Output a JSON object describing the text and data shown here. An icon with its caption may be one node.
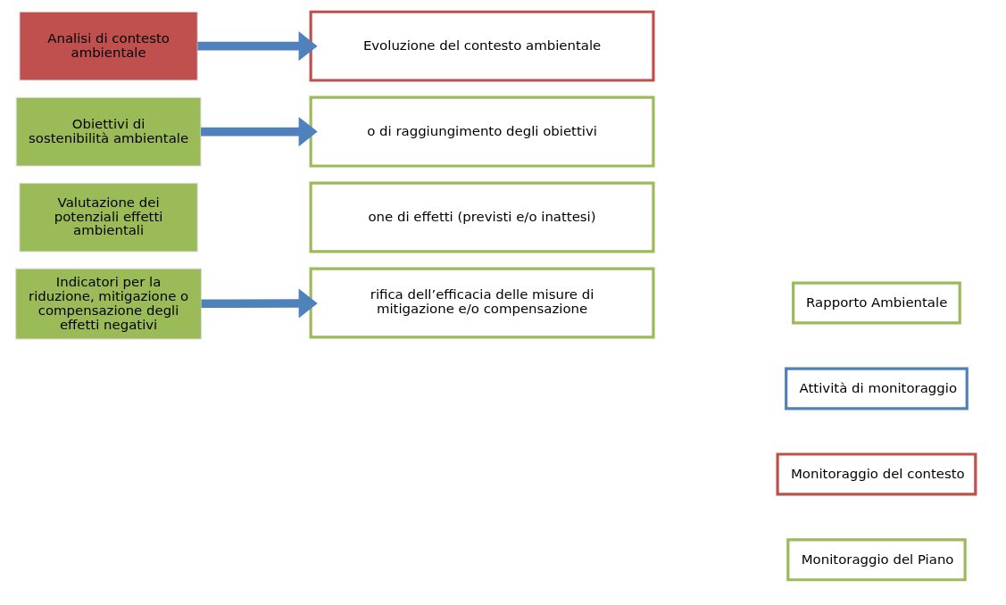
{
  "diagram": {
    "nodes": [
      {
        "text": [
          "Analisi di contesto ambientale"
        ]
      },
      {
        "text": [
          "Obiettivi di sostenibilità ambientale"
        ]
      },
      {
        "text": [
          "Valutazione dei potenziali effetti ambientali"
        ]
      },
      {
        "text": [
          "Indicatori per la riduzione, mitigazione o compensazione degli effetti negativi"
        ]
      },
      {
        "text": [
          "Evoluzione del contesto ambientale"
        ]
      },
      {
        "text": [
          "o di raggiungimento degli obiettivi"
        ]
      },
      {
        "text": [
          "one di effetti (previsti e/o inattesi)"
        ]
      },
      {
        "text": [
          "rifica dell’efficacia delle misure di mitigazione e/o compensazione"
        ]
      }
    ],
    "edges": [
      {
        "from": 0,
        "to": 4,
        "arrow": "to"
      },
      {
        "from": 1,
        "to": 5,
        "arrow": "to"
      },
      {
        "from": 3,
        "to": 7,
        "arrow": "to"
      }
    ],
    "legend": [
      {
        "text": "Rapporto Ambientale"
      },
      {
        "text": "Attività di monitoraggio"
      },
      {
        "text": "Monitoraggio del contesto"
      },
      {
        "text": "Monitoraggio del Piano"
      }
    ]
  }
}
